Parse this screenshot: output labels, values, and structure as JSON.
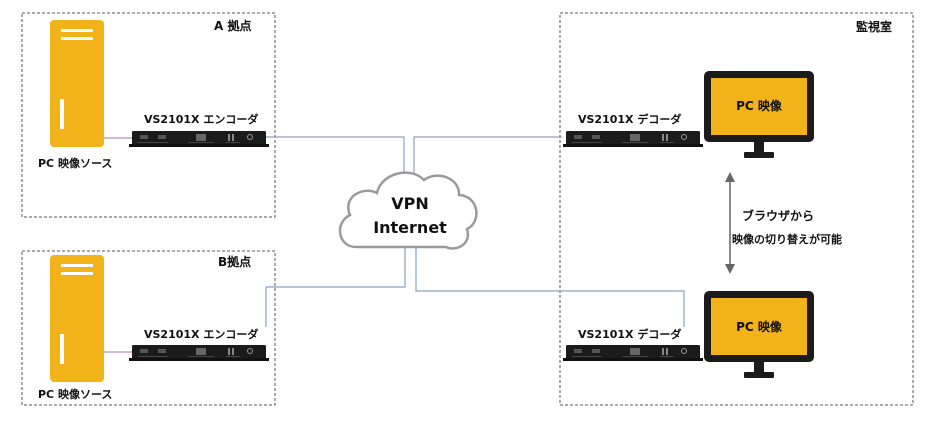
{
  "site_a": {
    "title": "A 拠点",
    "encoder_label": "VS2101X エンコーダ",
    "source_label": "PC 映像ソース"
  },
  "site_b": {
    "title": "B拠点",
    "encoder_label": "VS2101X エンコーダ",
    "source_label": "PC 映像ソース"
  },
  "cloud": {
    "line1": "VPN",
    "line2": "Internet"
  },
  "monitoring_room": {
    "title": "監視室",
    "decoder_top_label": "VS2101X デコーダ",
    "decoder_bottom_label": "VS2101X デコーダ",
    "monitor_top_text": "PC 映像",
    "monitor_bottom_text": "PC 映像",
    "note_line1": "ブラウザから",
    "note_line2": "映像の切り替えが可能"
  },
  "colors": {
    "pc_tower": "#f2b21a",
    "monitor_screen": "#f2b21a",
    "device_body": "#1b1b1b",
    "link_line": "#8da2bf",
    "cloud_stroke": "#9a9a9a",
    "dashed_border": "#555555",
    "tower_connector": "#c9a0c4"
  }
}
